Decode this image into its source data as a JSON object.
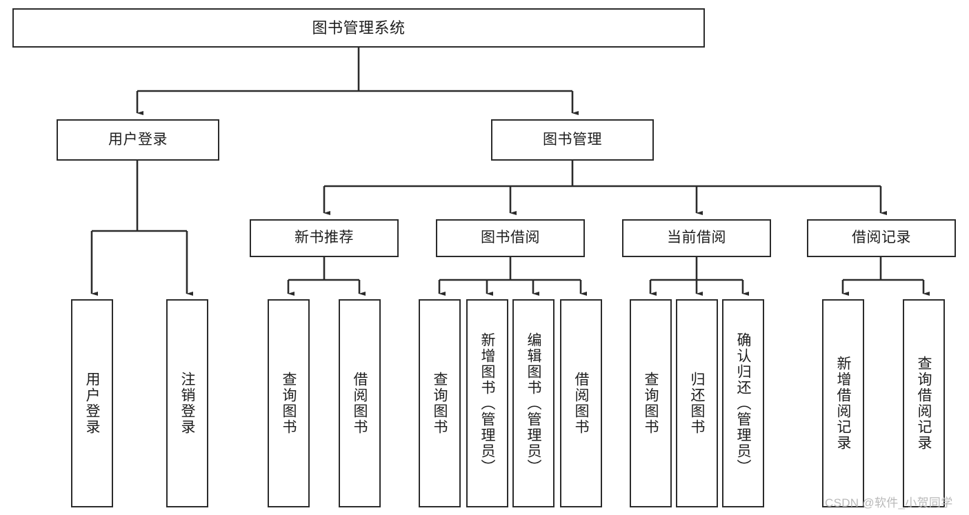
{
  "diagram": {
    "type": "tree",
    "title": "图书管理系统",
    "orientation": "top-down",
    "colors": {
      "box_border": "#2b2b2b",
      "box_fill": "#ffffff",
      "connector": "#2b2b2b",
      "text": "#1d1d1d",
      "background": "#ffffff",
      "watermark": "#b9b9b9"
    },
    "root": {
      "label": "图书管理系统"
    },
    "level2": [
      {
        "label": "用户登录"
      },
      {
        "label": "图书管理"
      }
    ],
    "level3": [
      {
        "label": "新书推荐"
      },
      {
        "label": "图书借阅"
      },
      {
        "label": "当前借阅"
      },
      {
        "label": "借阅记录"
      }
    ],
    "leaves": {
      "user_login": [
        {
          "label": "用户登录"
        },
        {
          "label": "注销登录"
        }
      ],
      "new_book_recommend": [
        {
          "label": "查询图书"
        },
        {
          "label": "借阅图书"
        }
      ],
      "book_borrow": [
        {
          "label": "查询图书"
        },
        {
          "label": "新增图书（管理员）"
        },
        {
          "label": "编辑图书（管理员）"
        },
        {
          "label": "借阅图书"
        }
      ],
      "current_borrow": [
        {
          "label": "查询图书"
        },
        {
          "label": "归还图书"
        },
        {
          "label": "确认归还（管理员）"
        }
      ],
      "borrow_record": [
        {
          "label": "新增借阅记录"
        },
        {
          "label": "查询借阅记录"
        }
      ]
    }
  },
  "watermark": {
    "text": "CSDN @软件_小贺同学"
  }
}
